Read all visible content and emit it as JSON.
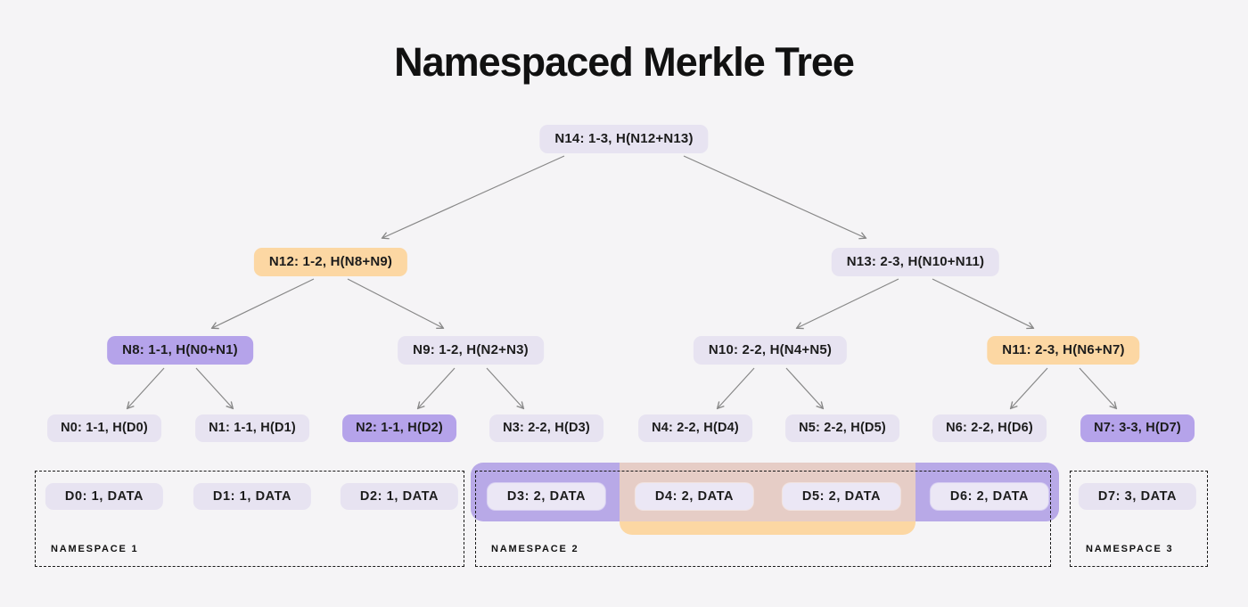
{
  "title": "Namespaced Merkle Tree",
  "colors": {
    "background": "#f5f4f6",
    "lavender_node": "#e7e3f1",
    "purple_node": "#b5a3ea",
    "orange_node": "#fcd7a3",
    "namespace2_purple_band": "#b8a9e7",
    "namespace2_orange_band": "#fcd7a3",
    "namespace2_overlap": "#e6cdc6",
    "arrow": "#878787",
    "text": "#1c1c1c"
  },
  "nodes": {
    "n14": {
      "label": "N14: 1-3, H(N12+N13)",
      "variant": "lavender"
    },
    "n12": {
      "label": "N12: 1-2, H(N8+N9)",
      "variant": "orange"
    },
    "n13": {
      "label": "N13: 2-3, H(N10+N11)",
      "variant": "lavender"
    },
    "n8": {
      "label": "N8: 1-1, H(N0+N1)",
      "variant": "purple"
    },
    "n9": {
      "label": "N9: 1-2, H(N2+N3)",
      "variant": "lavender"
    },
    "n10": {
      "label": "N10: 2-2, H(N4+N5)",
      "variant": "lavender"
    },
    "n11": {
      "label": "N11: 2-3, H(N6+N7)",
      "variant": "orange"
    },
    "n0": {
      "label": "N0: 1-1, H(D0)",
      "variant": "lavender"
    },
    "n1": {
      "label": "N1: 1-1, H(D1)",
      "variant": "lavender"
    },
    "n2": {
      "label": "N2: 1-1, H(D2)",
      "variant": "purple"
    },
    "n3": {
      "label": "N3: 2-2, H(D3)",
      "variant": "lavender"
    },
    "n4": {
      "label": "N4: 2-2, H(D4)",
      "variant": "lavender"
    },
    "n5": {
      "label": "N5: 2-2, H(D5)",
      "variant": "lavender"
    },
    "n6": {
      "label": "N6: 2-2, H(D6)",
      "variant": "lavender"
    },
    "n7": {
      "label": "N7: 3-3, H(D7)",
      "variant": "purple"
    }
  },
  "data_blocks": {
    "d0": {
      "label": "D0: 1, DATA",
      "namespace": "1"
    },
    "d1": {
      "label": "D1: 1, DATA",
      "namespace": "1"
    },
    "d2": {
      "label": "D2: 1, DATA",
      "namespace": "1"
    },
    "d3": {
      "label": "D3: 2, DATA",
      "namespace": "2"
    },
    "d4": {
      "label": "D4: 2, DATA",
      "namespace": "2"
    },
    "d5": {
      "label": "D5: 2, DATA",
      "namespace": "2"
    },
    "d6": {
      "label": "D6: 2, DATA",
      "namespace": "2"
    },
    "d7": {
      "label": "D7: 3, DATA",
      "namespace": "3"
    }
  },
  "namespaces": {
    "ns1": {
      "label": "NAMESPACE 1"
    },
    "ns2": {
      "label": "NAMESPACE 2"
    },
    "ns3": {
      "label": "NAMESPACE 3"
    }
  },
  "edges": [
    [
      "n14",
      "n12"
    ],
    [
      "n14",
      "n13"
    ],
    [
      "n12",
      "n8"
    ],
    [
      "n12",
      "n9"
    ],
    [
      "n13",
      "n10"
    ],
    [
      "n13",
      "n11"
    ],
    [
      "n8",
      "n0"
    ],
    [
      "n8",
      "n1"
    ],
    [
      "n9",
      "n2"
    ],
    [
      "n9",
      "n3"
    ],
    [
      "n10",
      "n4"
    ],
    [
      "n10",
      "n5"
    ],
    [
      "n11",
      "n6"
    ],
    [
      "n11",
      "n7"
    ]
  ]
}
